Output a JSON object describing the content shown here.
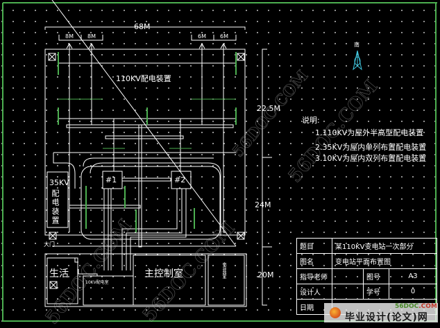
{
  "drawing": {
    "dimensions": {
      "total_width": "68M",
      "sub_left_1": "8M",
      "sub_left_2": "8M",
      "sub_right_1": "6M",
      "sub_right_2": "6M",
      "height_top": "22.5M",
      "height_mid": "24M",
      "height_bottom": "20M"
    },
    "north_label": "南",
    "areas": {
      "hv_yard": "110KV配电装置",
      "kv35_line1": "35KV",
      "kv35_vertical": "配电装置",
      "transformer_1": "#1",
      "transformer_2": "#2",
      "gate": "大门",
      "living": "生活",
      "living_sub": "区",
      "kv10_room": "10KV配电室",
      "main_control": "主控制室",
      "side_room": "电容器室"
    },
    "notes": {
      "title": "说明:",
      "items": [
        "1.110KV为屋外半高型配电装置",
        "2.35KV为屋内单列布置配电装置",
        "3.10KV为屋内双列布置配电装置"
      ]
    },
    "title_block": {
      "subject_label": "题目",
      "subject_value": "某110KV变电站一次部分",
      "drawing_name_label": "图名",
      "drawing_name_value": "变电站平面布置图",
      "advisor_label": "指导老师",
      "advisor_value": "",
      "drawing_no_label": "图号",
      "drawing_no_value": "A3",
      "designer_label": "设计人",
      "designer_value": "",
      "student_no_label": "学号",
      "student_no_value": "0",
      "date_label": "日期",
      "date_value": ""
    },
    "watermark": "56DOC.COM",
    "logo": {
      "site_a": "56DOC",
      "site_b": ".COM",
      "name": "毕业设计(论文)网"
    },
    "colors": {
      "background": "#000000",
      "frame": "#4caf50",
      "lines": "#ffffff",
      "north_arrow": "#40c8e0"
    }
  }
}
